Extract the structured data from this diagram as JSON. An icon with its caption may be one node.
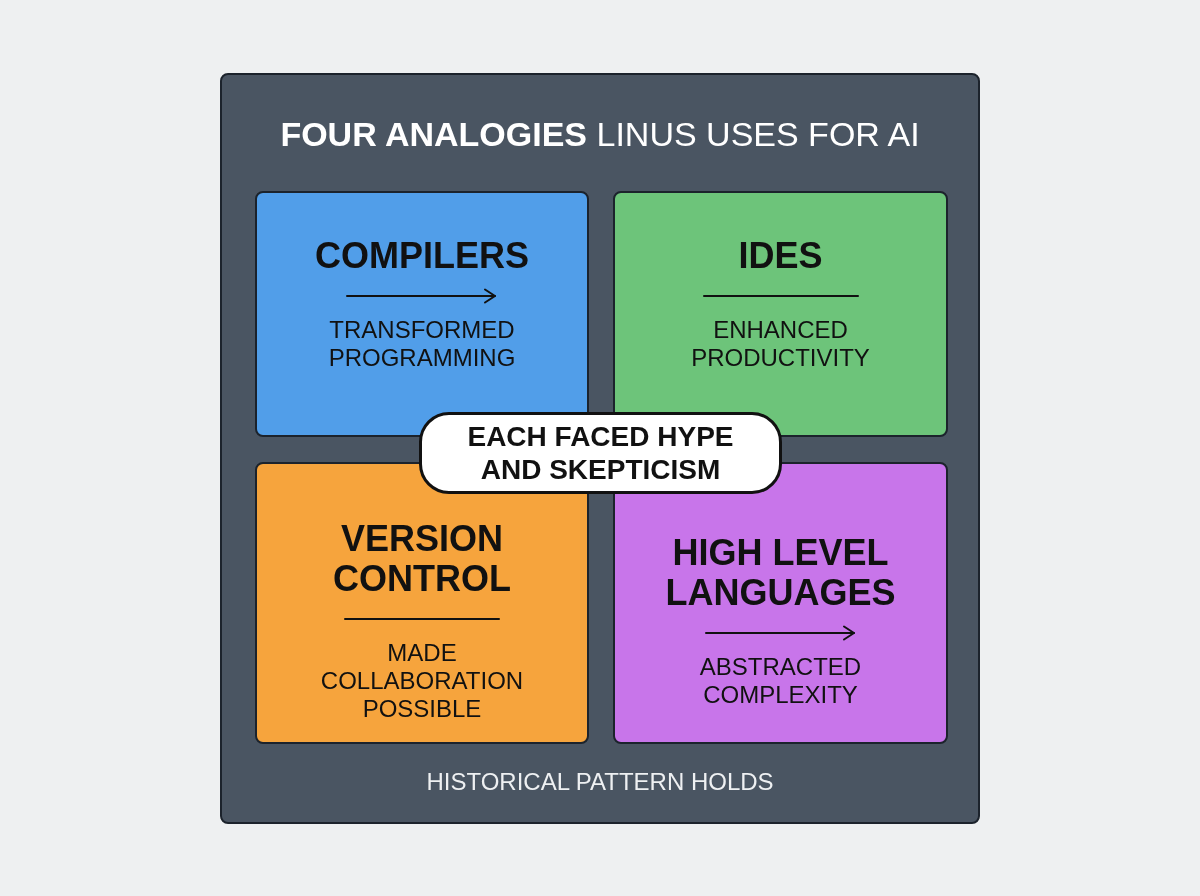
{
  "diagram": {
    "nodes": [
      {
        "text": [
          "**FOUR ANALOGIES** LINUS USES FOR AI",
          "HISTORICAL PATTERN HOLDS"
        ]
      },
      {
        "text": [
          "COMPILERS",
          "TRANSFORMED PROGRAMMING"
        ],
        "in": 0
      },
      {
        "text": [
          "IDES",
          "ENHANCED PRODUCTIVITY"
        ],
        "in": 0
      },
      {
        "text": [
          "VERSION CONTROL",
          "MADE COLLABORATION POSSIBLE"
        ],
        "in": 0
      },
      {
        "text": [
          "HIGH LEVEL LANGUAGES",
          "ABSTRACTED COMPLEXITY"
        ],
        "in": 0
      },
      {
        "text": [
          "EACH FACED HYPE AND SKEPTICISM"
        ],
        "in": 0
      }
    ]
  }
}
